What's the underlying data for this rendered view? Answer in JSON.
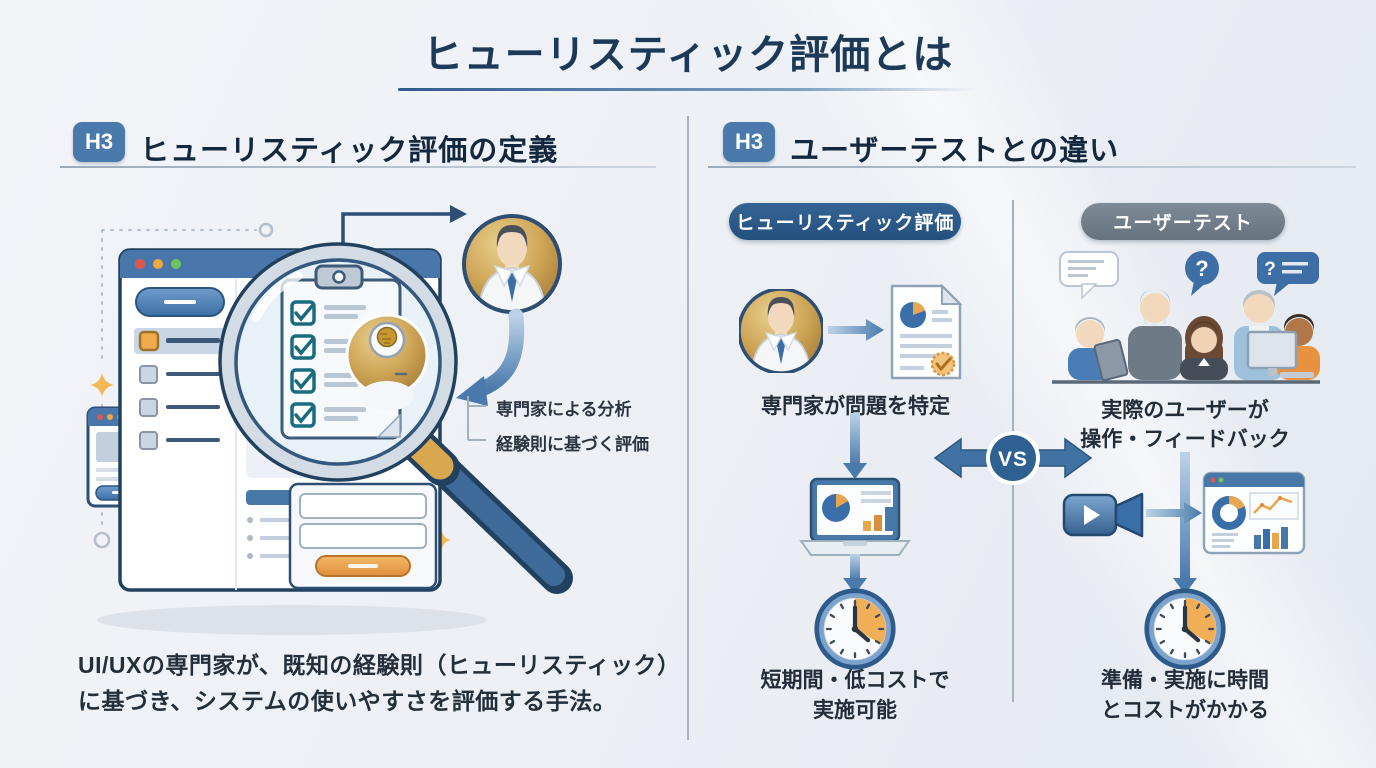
{
  "title": "ヒューリスティック評価とは",
  "left_section": {
    "h3_badge": "H3",
    "heading": "ヒューリスティック評価の定義",
    "annotations": [
      "専門家による分析",
      "経験則に基づく評価"
    ],
    "description_line1": "UI/UXの専門家が、既知の経験則（ヒューリスティック）",
    "description_line2": "に基づき、システムの使いやすさを評価する手法。"
  },
  "right_section": {
    "h3_badge": "H3",
    "heading": "ユーザーテストとの違い",
    "vs_label": "VS",
    "heuristic_column": {
      "pill": "ヒューリスティック評価",
      "step1": "専門家が問題を特定",
      "step2_line1": "短期間・低コストで",
      "step2_line2": "実施可能"
    },
    "usertest_column": {
      "pill": "ユーザーテスト",
      "bubble_glyph": "?",
      "step1_line1": "実際のユーザーが",
      "step1_line2": "操作・フィードバック",
      "step2_line1": "準備・実施に時間",
      "step2_line2": "とコストがかかる"
    }
  },
  "colors": {
    "title_text": "#1c3a58",
    "h3_badge_bg": "#4a7aac",
    "pill_heuristic_bg": "#2b5a88",
    "pill_usertest_bg": "#73808c",
    "arrow_blue": "#4a7aac",
    "accent_orange": "#e8a14e",
    "avatar_gold": "#c9a14f",
    "check_teal": "#1a6b80",
    "background": "#eef1f5"
  }
}
